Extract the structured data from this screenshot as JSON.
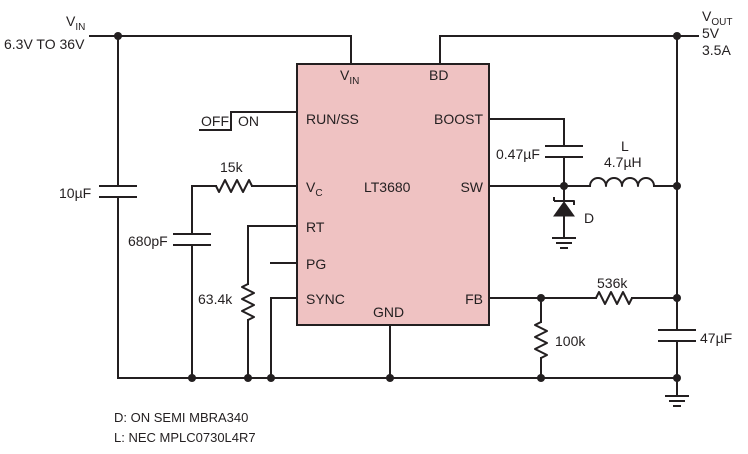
{
  "chip": {
    "name": "LT3680",
    "fill": "#efc2c2",
    "pins": {
      "vin": "V",
      "vin_sub": "IN",
      "bd": "BD",
      "run_ss": "RUN/SS",
      "boost": "BOOST",
      "vc": "V",
      "vc_sub": "C",
      "sw": "SW",
      "rt": "RT",
      "pg": "PG",
      "sync": "SYNC",
      "gnd": "GND",
      "fb": "FB"
    }
  },
  "input": {
    "label": "V",
    "label_sub": "IN",
    "range": "6.3V TO 36V"
  },
  "output": {
    "label": "V",
    "label_sub": "OUT",
    "voltage": "5V",
    "current": "3.5A"
  },
  "switch": {
    "off": "OFF",
    "on": "ON"
  },
  "components": {
    "c_in": "10µF",
    "c_vc": "680pF",
    "r_vc": "15k",
    "r_rt": "63.4k",
    "c_boost": "0.47µF",
    "inductor_name": "L",
    "inductor_value": "4.7µH",
    "diode": "D",
    "r_fb_top": "536k",
    "r_fb_bottom": "100k",
    "c_out": "47µF"
  },
  "notes": {
    "diode": "D: ON SEMI MBRA340",
    "inductor": "L:  NEC MPLC0730L4R7"
  },
  "colors": {
    "wire": "#231f20",
    "chip": "#efc2c2",
    "background": "#ffffff"
  }
}
